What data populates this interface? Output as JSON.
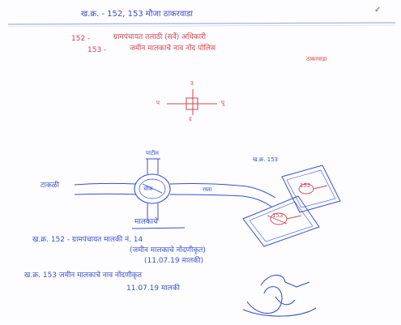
{
  "header": {
    "title": "ख.क्र. - 152, 153 मौजा ठाकरवाडा",
    "mark": "✓"
  },
  "entries": {
    "e1_num": "152 -",
    "e1_desc": "ग्रामपंचायत तलाठी (सर्वे) अधिकारी",
    "e2_num": "153 -",
    "e2_desc": "जमीन मालकाचे नाव नोंद पोलिस",
    "e2_cont": "ठाकरवाडा"
  },
  "compass": {
    "north": "उ",
    "south": "द",
    "east": "पू",
    "west": "प"
  },
  "sketch": {
    "top_label": "पाटील",
    "left_label": "टाकळी",
    "center_label": "चौक",
    "road_label": "रस्ता",
    "right_top_label": "ख.क्र. 153",
    "plot_upper_label": "152",
    "plot_lower_label": "153",
    "below_center_label": "मालकाचे"
  },
  "notes": {
    "line1a": "ख.क्र. 152 - ग्रामपंचायत मालकी नं. 14",
    "line1b": "(जमीन मालकाचे नोंदणीकृत)",
    "line1c": "(11.07.19 मालकी)",
    "line2a": "ख.क्र. 153 जमीन मालकाचे नाव नोंदणीकृत",
    "line2b": "11.07.19 मालकी"
  },
  "colors": {
    "ink_blue": "#3a4fd0",
    "ink_red": "#d0454f",
    "rule_line": "#9fb0e6"
  }
}
